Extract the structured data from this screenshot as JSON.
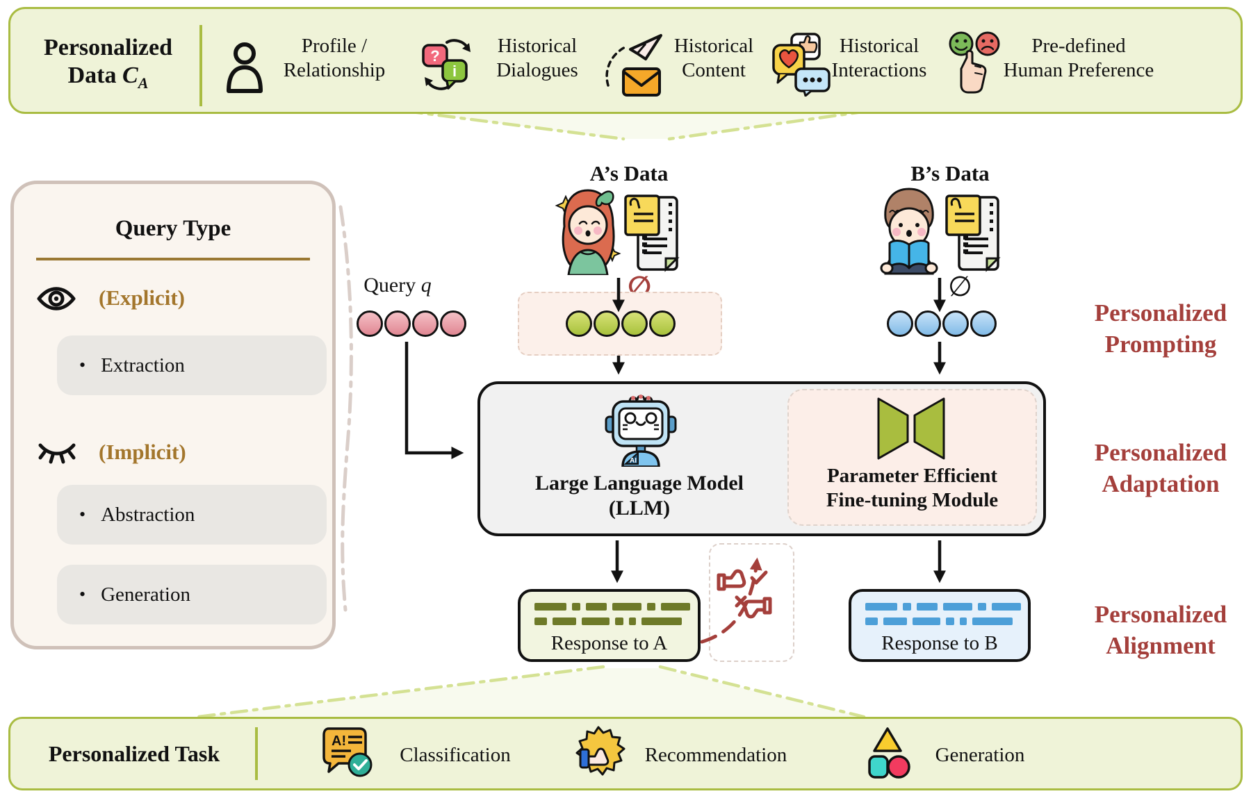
{
  "top_banner": {
    "title_line1": "Personalized",
    "title_line2_prefix": "Data ",
    "title_math": "C",
    "title_math_sub": "A",
    "items": [
      {
        "icon": "person-icon",
        "line1": "Profile /",
        "line2": "Relationship"
      },
      {
        "icon": "dialogues-icon",
        "line1": "Historical",
        "line2": "Dialogues"
      },
      {
        "icon": "content-icon",
        "line1": "Historical",
        "line2": "Content"
      },
      {
        "icon": "interactions-icon",
        "line1": "Historical",
        "line2": "Interactions"
      },
      {
        "icon": "preference-icon",
        "line1": "Pre-defined",
        "line2": "Human Preference"
      }
    ]
  },
  "query_panel": {
    "title": "Query Type",
    "bullet": "•",
    "explicit_label": "(Explicit)",
    "implicit_label": "(Implicit)",
    "explicit_items": [
      "Extraction"
    ],
    "implicit_items": [
      "Abstraction",
      "Generation"
    ]
  },
  "flow": {
    "query_label": "Query ",
    "query_var": "q",
    "a_data_label": "A’s Data",
    "b_data_label": "B’s Data",
    "empty_set": "∅",
    "llm_line1": "Large Language Model",
    "llm_line2": "(LLM)",
    "peft_line1": "Parameter Efficient",
    "peft_line2": "Fine-tuning Module",
    "response_a": "Response to A",
    "response_b": "Response to B",
    "robot_badge": "AI"
  },
  "stage_labels": [
    {
      "line1": "Personalized",
      "line2": "Prompting"
    },
    {
      "line1": "Personalized",
      "line2": "Adaptation"
    },
    {
      "line1": "Personalized",
      "line2": "Alignment"
    }
  ],
  "bottom_banner": {
    "title": "Personalized Task",
    "items": [
      {
        "icon": "classification-icon",
        "label": "Classification"
      },
      {
        "icon": "recommendation-icon",
        "label": "Recommendation"
      },
      {
        "icon": "generation-icon",
        "label": "Generation"
      }
    ]
  },
  "colors": {
    "banner-fill": "#EFF3D8",
    "banner-border": "#A9BC42",
    "panel-fill": "#FAF5EF",
    "panel-border": "#CFC1B9",
    "item-fill": "#E9E7E3",
    "accent-brown": "#9A7833",
    "accent-gold": "#A3762C",
    "accent-red": "#A43F3B",
    "llm-fill": "#F1F1F1",
    "peft-fill": "#FCEEE8",
    "respA-fill": "#F2F5E0",
    "respB-fill": "#E6F1FB",
    "dashA": "#6E7A28",
    "dashB": "#4C9FD8",
    "olive": "#A9BD3F",
    "dashdot-green": "#D4E193",
    "dashdot-taupe": "#DACEC9",
    "pink-token": "#EFA3AC",
    "green-token": "#BCCE4A",
    "blue-token": "#9CCAEC"
  }
}
